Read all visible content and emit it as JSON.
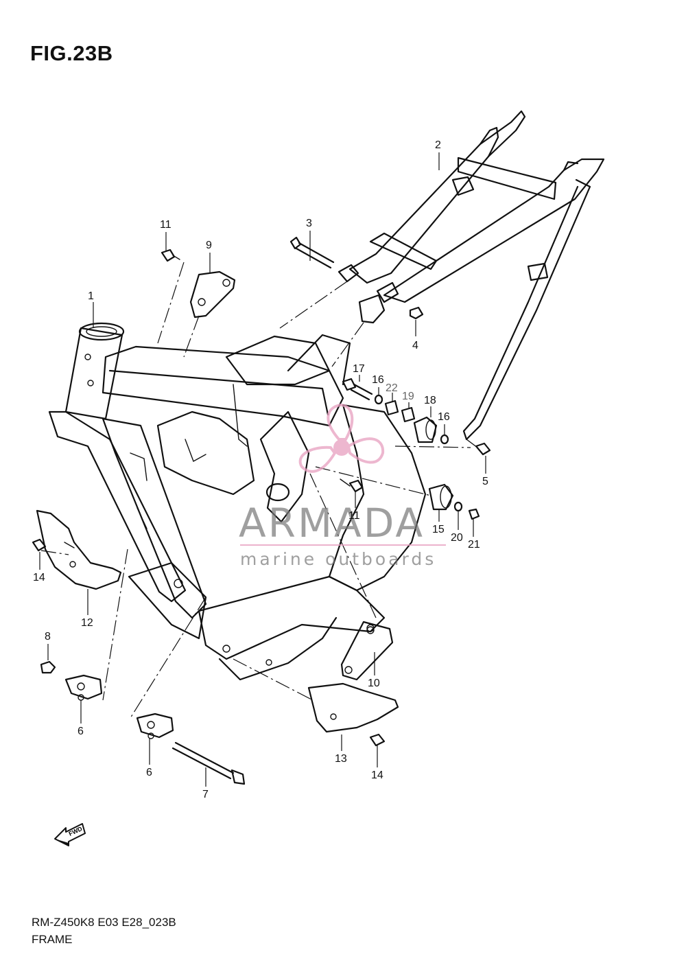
{
  "figure": {
    "title": "FIG.23B"
  },
  "footer": {
    "model_code": "RM-Z450K8 E03 E28_023B",
    "section_name": "FRAME"
  },
  "watermark": {
    "name": "ARMADA",
    "tagline": "marine outboards",
    "accent_color": "#e8a0c0"
  },
  "fwd_label": "FWD",
  "callouts": [
    {
      "id": "c1",
      "label": "1"
    },
    {
      "id": "c2",
      "label": "2"
    },
    {
      "id": "c3",
      "label": "3"
    },
    {
      "id": "c4",
      "label": "4"
    },
    {
      "id": "c5",
      "label": "5"
    },
    {
      "id": "c6a",
      "label": "6"
    },
    {
      "id": "c6b",
      "label": "6"
    },
    {
      "id": "c7",
      "label": "7"
    },
    {
      "id": "c8",
      "label": "8"
    },
    {
      "id": "c9",
      "label": "9"
    },
    {
      "id": "c10",
      "label": "10"
    },
    {
      "id": "c11a",
      "label": "11"
    },
    {
      "id": "c11b",
      "label": "11"
    },
    {
      "id": "c12",
      "label": "12"
    },
    {
      "id": "c13",
      "label": "13"
    },
    {
      "id": "c14a",
      "label": "14"
    },
    {
      "id": "c14b",
      "label": "14"
    },
    {
      "id": "c15",
      "label": "15"
    },
    {
      "id": "c16a",
      "label": "16"
    },
    {
      "id": "c16b",
      "label": "16"
    },
    {
      "id": "c17",
      "label": "17"
    },
    {
      "id": "c18",
      "label": "18"
    },
    {
      "id": "c19",
      "label": "19"
    },
    {
      "id": "c20",
      "label": "20"
    },
    {
      "id": "c21",
      "label": "21"
    },
    {
      "id": "c22",
      "label": "22"
    }
  ]
}
